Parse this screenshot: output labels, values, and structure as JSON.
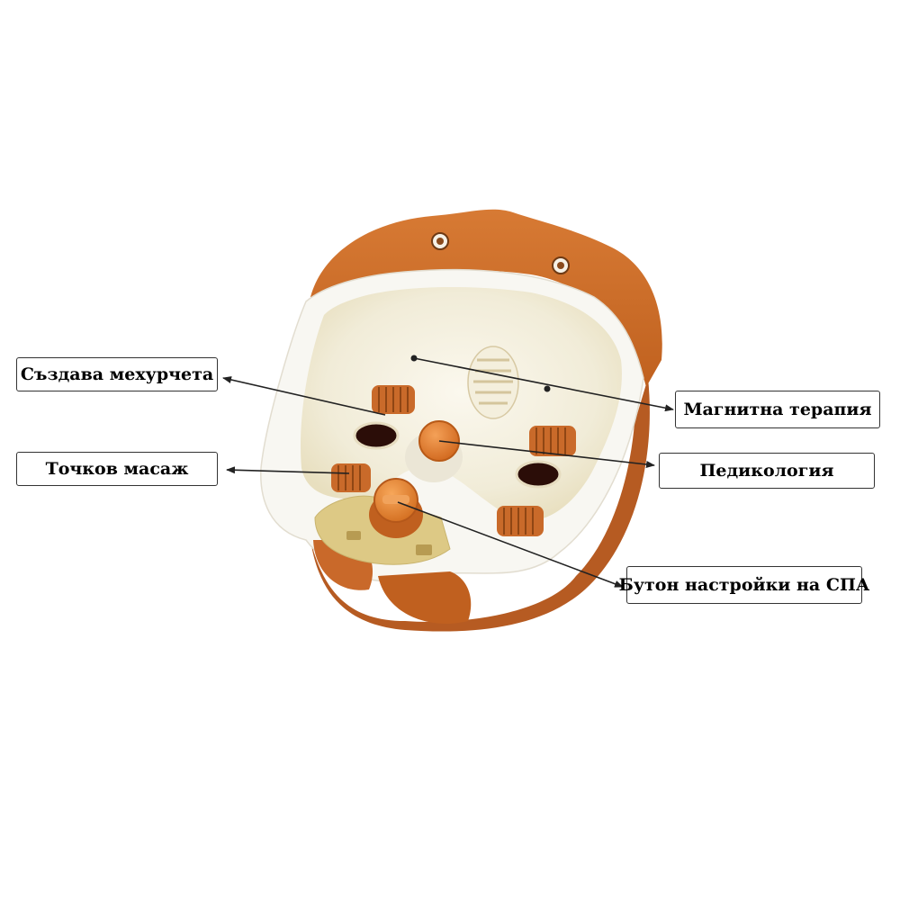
{
  "labels": {
    "bubbles": "Създава мехурчета",
    "acupressure": "Точков масаж",
    "magnetic": "Магнитна терапия",
    "pedicure": "Педикология",
    "spa_button": "Бутон настройки на СПА"
  },
  "colors": {
    "shell_orange": "#c8692a",
    "shell_light": "#e98f45",
    "basin_white": "#f6f4ea",
    "roller": "#c96a2a",
    "knob": "#e9862f",
    "panel": "#dfcd86",
    "arrow": "#222222"
  }
}
